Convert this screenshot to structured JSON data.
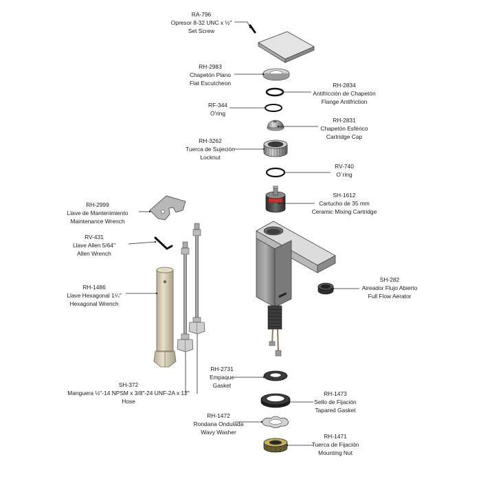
{
  "parts": [
    {
      "id": "ra-796",
      "lines": [
        "RA-796",
        "Opresor 8-32 UNC x ½\"",
        "Set Screw"
      ]
    },
    {
      "id": "rh-2983",
      "lines": [
        "RH-2983",
        "Chapetón Plano",
        "Flat Escutcheon"
      ]
    },
    {
      "id": "rh-2834",
      "lines": [
        "RH-2834",
        "Antifricción de Chapetón",
        "Flange Antifriction"
      ]
    },
    {
      "id": "rf-344",
      "lines": [
        "RF-344",
        "O'ring"
      ]
    },
    {
      "id": "rh-2831",
      "lines": [
        "RH-2831",
        "Chapetón Esférico",
        "Cartridge Cap"
      ]
    },
    {
      "id": "rh-3262",
      "lines": [
        "RH-3262",
        "Tuerca de Sujeción",
        "Locknut"
      ]
    },
    {
      "id": "rv-740",
      "lines": [
        "RV-740",
        "O´ring"
      ]
    },
    {
      "id": "sh-1612",
      "lines": [
        "SH-1612",
        "Cartucho de 35 mm",
        "Ceramic Mixing Cartridge"
      ]
    },
    {
      "id": "rh-2999",
      "lines": [
        "RH-2999",
        "Llave de Mantenimiento",
        "Maintenance Wrench"
      ]
    },
    {
      "id": "rv-431",
      "lines": [
        "RV-431",
        "Llave Allen 5/64\"",
        "Allen Wrench"
      ]
    },
    {
      "id": "sh-282",
      "lines": [
        "SH-282",
        "Aireador Flujo Abierto",
        "Full Flow Aerator"
      ]
    },
    {
      "id": "rh-1486",
      "lines": [
        "RH-1486",
        "Llave Hexagonal 1¼\"",
        "Hexagonal Wrench"
      ]
    },
    {
      "id": "rh-2731",
      "lines": [
        "RH-2731",
        "Empaque",
        "Gasket"
      ]
    },
    {
      "id": "sh-372",
      "lines": [
        "SH-372",
        "Manguera ½\"-14 NPSM x 3/8\"-24 UNF-2A x 12\"",
        "Hose"
      ]
    },
    {
      "id": "rh-1473",
      "lines": [
        "RH-1473",
        "Sello de Fijación",
        "Tapared Gasket"
      ]
    },
    {
      "id": "rh-1472",
      "lines": [
        "RH-1472",
        "Rondana Ondulada",
        "Wavy Washer"
      ]
    },
    {
      "id": "rh-1471",
      "lines": [
        "RH-1471",
        "Tuerca de Fijación",
        "Mounting Nut"
      ]
    }
  ]
}
